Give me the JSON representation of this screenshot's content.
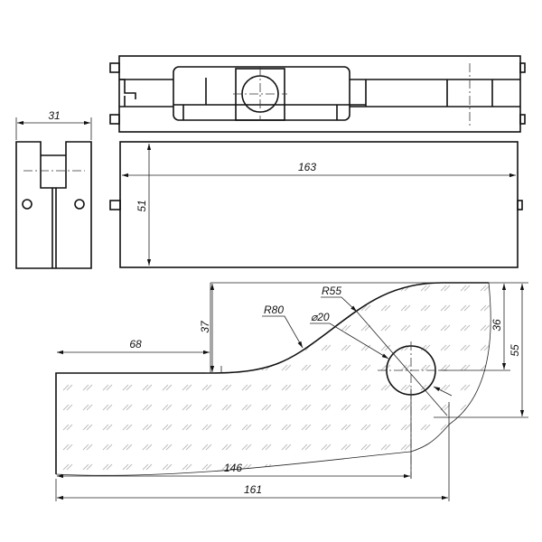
{
  "dimensions": {
    "side_width": "31",
    "front_length": "163",
    "front_height": "51",
    "step_length": "68",
    "step_height": "37",
    "radius_large": "R80",
    "radius_small": "R55",
    "hole_diameter": "⌀20",
    "hole_height": "36",
    "total_height": "55",
    "inner_length": "146",
    "total_length": "161"
  },
  "colors": {
    "line": "#111111",
    "hatch": "#bbbbbb"
  }
}
